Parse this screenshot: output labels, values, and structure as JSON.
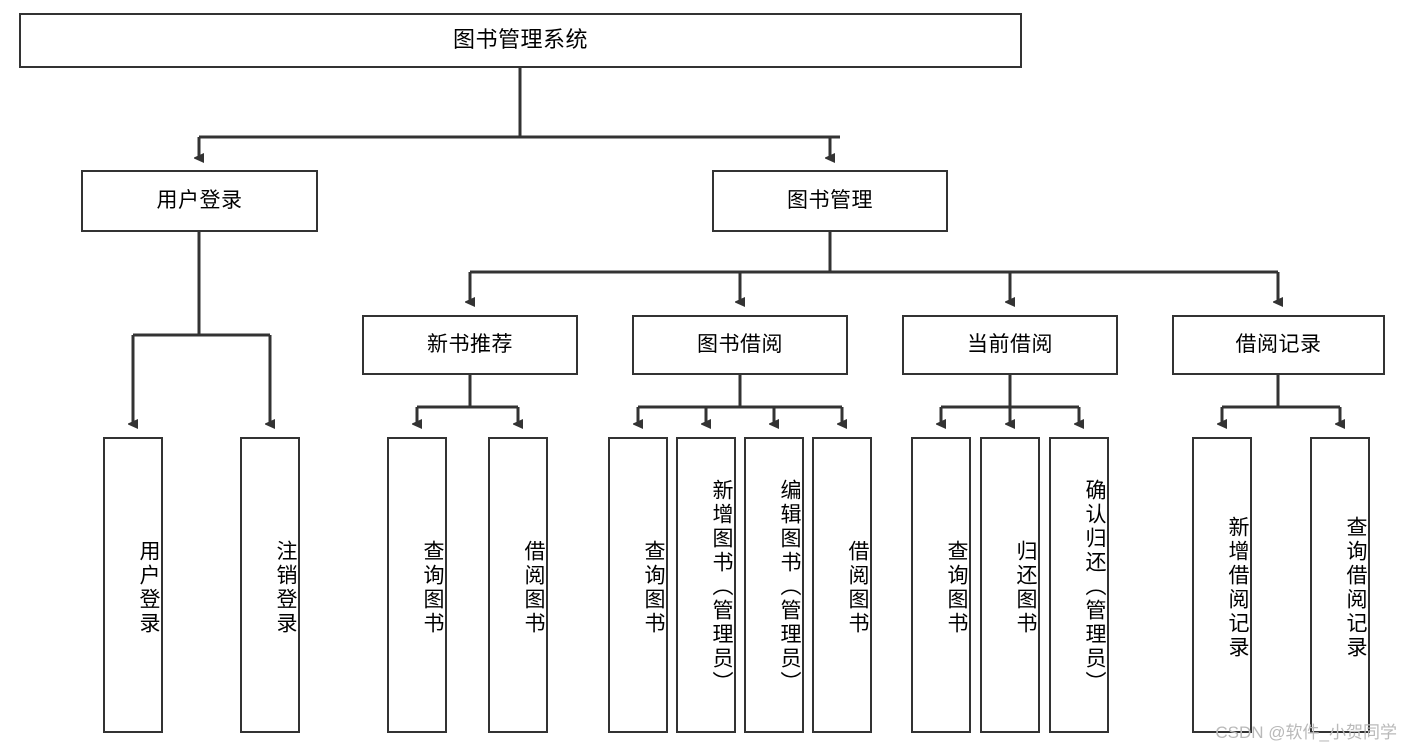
{
  "diagram": {
    "title": "图书管理系统",
    "watermark": "CSDN @软件_小贺同学",
    "line_color": "#333333",
    "box_fill": "#ffffff",
    "text_color": "#000000",
    "watermark_color": "#b9b9b9"
  },
  "nodes": {
    "root": {
      "label": "图书管理系统"
    },
    "level1": [
      {
        "label": "用户登录"
      },
      {
        "label": "图书管理"
      }
    ],
    "level2": [
      {
        "label": "新书推荐"
      },
      {
        "label": "图书借阅"
      },
      {
        "label": "当前借阅"
      },
      {
        "label": "借阅记录"
      }
    ],
    "leaves": {
      "user_login": [
        {
          "label": "用户登录"
        },
        {
          "label": "注销登录"
        }
      ],
      "new_book_recommend": [
        {
          "label": "查询图书"
        },
        {
          "label": "借阅图书"
        }
      ],
      "book_borrow": [
        {
          "label": "查询图书"
        },
        {
          "label": "新增图书（管理员）"
        },
        {
          "label": "编辑图书（管理员）"
        },
        {
          "label": "借阅图书"
        }
      ],
      "current_borrow": [
        {
          "label": "查询图书"
        },
        {
          "label": "归还图书"
        },
        {
          "label": "确认归还（管理员）"
        }
      ],
      "borrow_record": [
        {
          "label": "新增借阅记录"
        },
        {
          "label": "查询借阅记录"
        }
      ]
    }
  }
}
